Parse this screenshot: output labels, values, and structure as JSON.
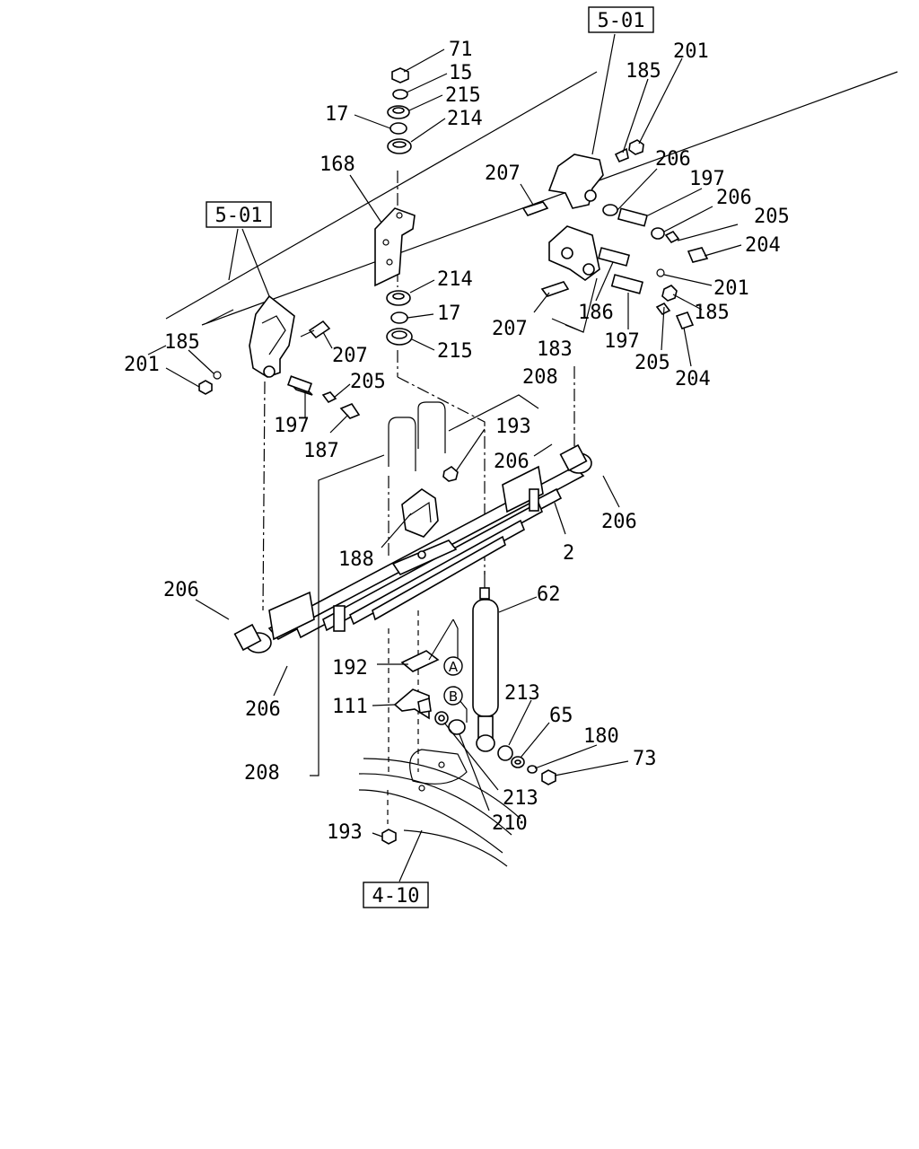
{
  "diagram": {
    "refs": [
      "5-01",
      "5-01",
      "4-10"
    ],
    "callouts": [
      "A",
      "B"
    ],
    "labels": [
      "71",
      "15",
      "215",
      "17",
      "214",
      "168",
      "214",
      "17",
      "215",
      "5-01",
      "201",
      "185",
      "206",
      "197",
      "206",
      "205",
      "204",
      "207",
      "201",
      "186",
      "185",
      "183",
      "207",
      "197",
      "205",
      "204",
      "185",
      "201",
      "207",
      "205",
      "197",
      "187",
      "208",
      "193",
      "206",
      "206",
      "2",
      "188",
      "62",
      "206",
      "206",
      "192",
      "111",
      "213",
      "65",
      "180",
      "73",
      "213",
      "210",
      "208",
      "193"
    ]
  }
}
